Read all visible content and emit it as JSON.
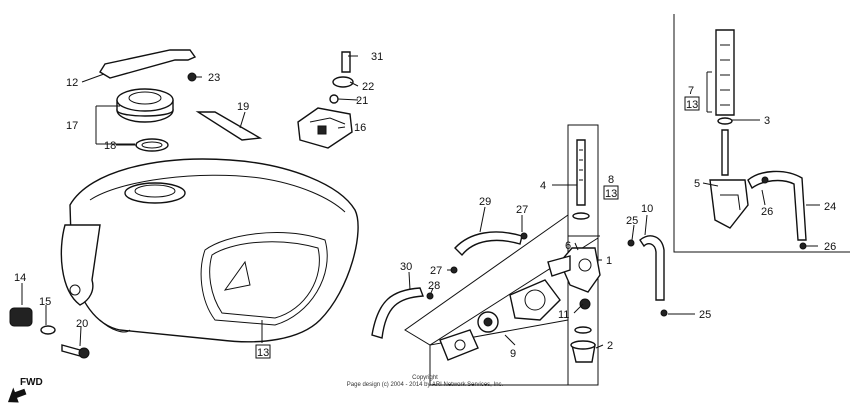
{
  "callouts": {
    "c1": "1",
    "c2": "2",
    "c3": "3",
    "c4": "4",
    "c5": "5",
    "c6": "6",
    "c7": "7",
    "c8": "8",
    "c9": "9",
    "c10": "10",
    "c11": "11",
    "c12": "12",
    "c13a": "13",
    "c13b": "13",
    "c13c": "13",
    "c14": "14",
    "c15": "15",
    "c16": "16",
    "c17": "17",
    "c18": "18",
    "c19": "19",
    "c20": "20",
    "c21": "21",
    "c22": "22",
    "c23": "23",
    "c24": "24",
    "c25a": "25",
    "c25b": "25",
    "c26a": "26",
    "c26b": "26",
    "c27a": "27",
    "c27b": "27",
    "c28": "28",
    "c29": "29",
    "c30": "30",
    "c31": "31"
  },
  "fwd_label": "FWD",
  "copyright_line1": "Copyright",
  "copyright_line2": "Page design (c) 2004 - 2014 by ARI Network Services, Inc."
}
